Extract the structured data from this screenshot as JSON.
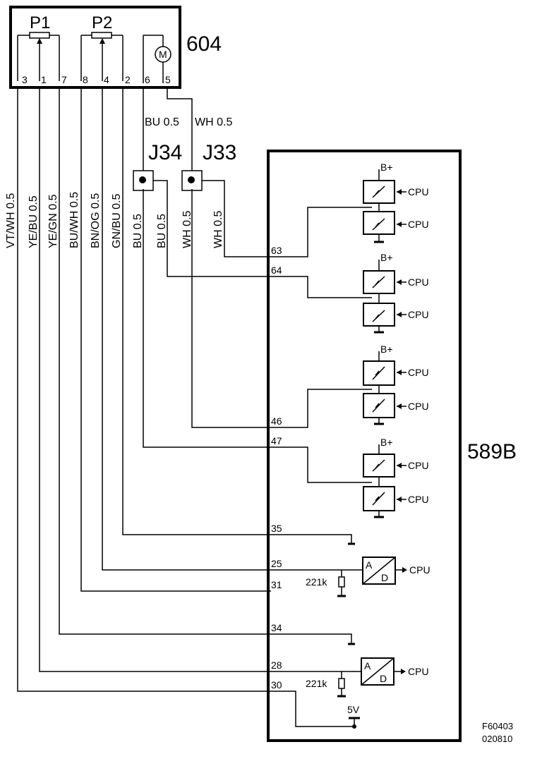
{
  "components": {
    "motor_unit": {
      "id": "604",
      "pot1_label": "P1",
      "pot2_label": "P2",
      "motor_symbol": "M",
      "pins": [
        "3",
        "1",
        "7",
        "8",
        "4",
        "2",
        "6",
        "5"
      ]
    },
    "control_module": {
      "id": "589B"
    }
  },
  "connectors": {
    "j34": "J34",
    "j33": "J33"
  },
  "wires_top": {
    "bu": "BU  0.5",
    "wh": "WH  0.5"
  },
  "wires_vertical": [
    "VT/WH  0.5",
    "YE/BU  0.5",
    "YE/GN  0.5",
    "BU/WH  0.5",
    "BN/OG  0.5",
    "GN/BU  0.5",
    "BU  0.5",
    "BU  0.5",
    "WH  0.5",
    "WH  0.5"
  ],
  "module_pins": [
    "63",
    "64",
    "46",
    "47",
    "35",
    "25",
    "31",
    "34",
    "28",
    "30"
  ],
  "internal": {
    "supply": "B+",
    "cpu": "CPU",
    "adc_a": "A",
    "adc_d": "D",
    "resistor": "221k",
    "ref_voltage": "5V"
  },
  "figure_ref": {
    "code": "F60403",
    "date": "020810"
  }
}
